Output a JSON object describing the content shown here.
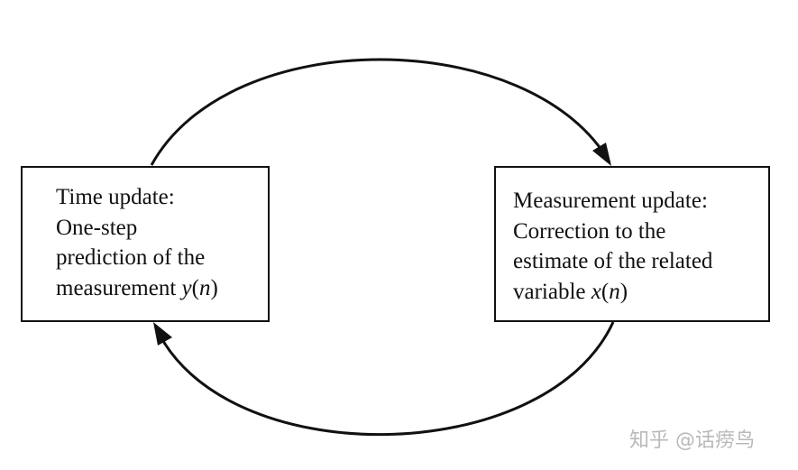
{
  "time_update": {
    "heading": "Time update:",
    "line2": "One-step",
    "line3": "prediction of the",
    "line4_prefix": "measurement ",
    "line4_var": "y",
    "line4_open": "(",
    "line4_arg": "n",
    "line4_close": ")"
  },
  "measurement_update": {
    "heading": "Measurement update:",
    "line2": "Correction to the",
    "line3": "estimate of the related",
    "line4_prefix": "variable ",
    "line4_var": "x",
    "line4_open": "(",
    "line4_arg": "n",
    "line4_close": ")"
  },
  "watermark": "知乎 @话痨鸟",
  "colors": {
    "ink": "#111111",
    "watermark": "#b9b9b9",
    "background": "#ffffff"
  }
}
